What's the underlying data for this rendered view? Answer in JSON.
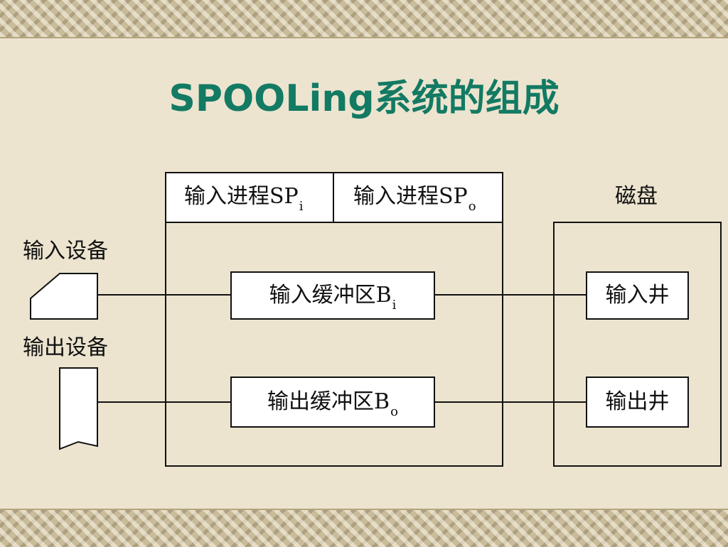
{
  "title": "SPOOLing系统的组成",
  "process_in": {
    "text": "输入进程SP",
    "sub": "i"
  },
  "process_out": {
    "text": "输入进程SP",
    "sub": "o"
  },
  "buffer_in": {
    "text": "输入缓冲区B",
    "sub": "i"
  },
  "buffer_out": {
    "text": "输出缓冲区B",
    "sub": "o"
  },
  "disk": {
    "label": "磁盘",
    "well_in": "输入井",
    "well_out": "输出井"
  },
  "input_device_label": "输入设备",
  "output_device_label": "输出设备"
}
